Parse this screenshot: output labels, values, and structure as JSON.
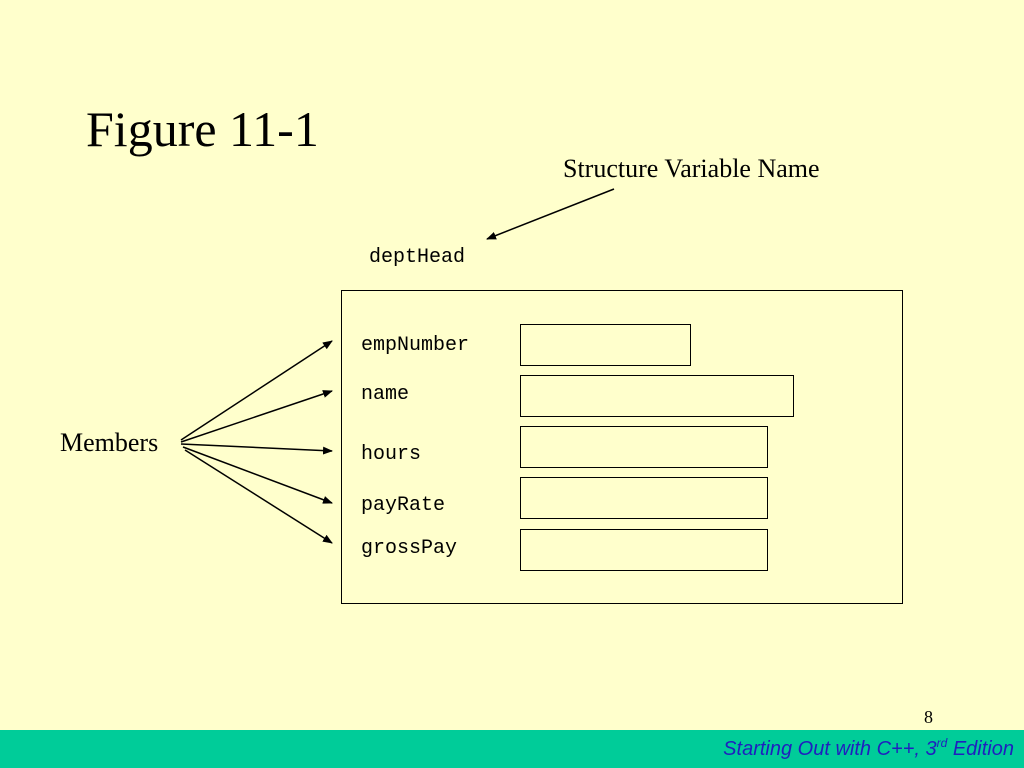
{
  "title": "Figure 11-1",
  "callout_label": "Structure Variable Name",
  "variable_name": "deptHead",
  "members_label": "Members",
  "members": [
    {
      "name": "empNumber"
    },
    {
      "name": "name"
    },
    {
      "name": "hours"
    },
    {
      "name": "payRate"
    },
    {
      "name": "grossPay"
    }
  ],
  "slide_number": "8",
  "footer": {
    "text_before": "Starting Out with C++, 3",
    "superscript": "rd",
    "text_after": " Edition",
    "color": "#1F1FBF",
    "bar_color": "#00CC99"
  },
  "background_color": "#FFFFCC"
}
